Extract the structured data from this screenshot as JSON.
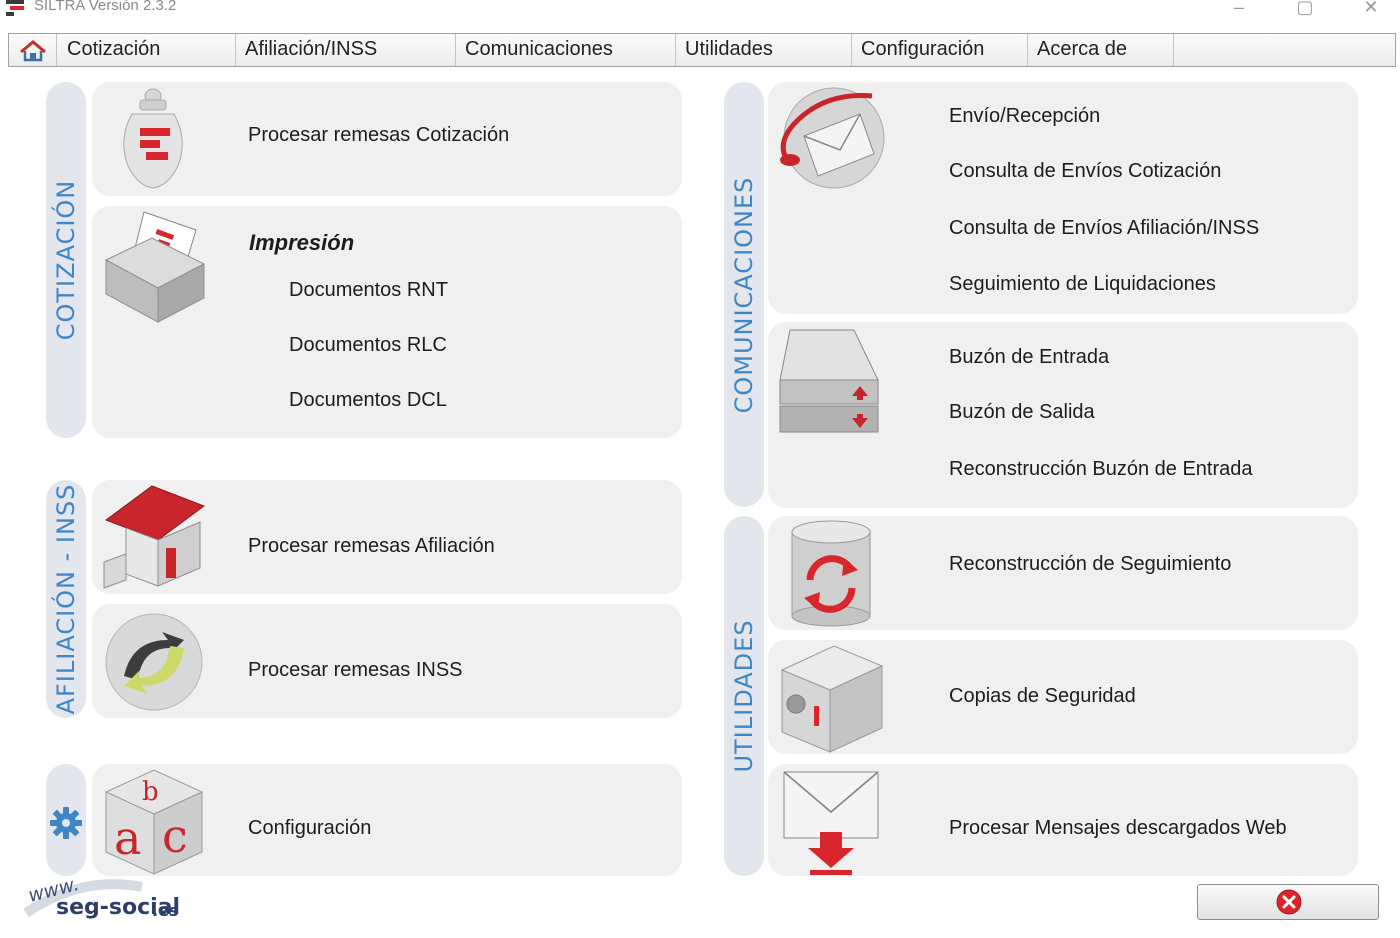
{
  "window": {
    "title": "SILTRA Versión 2.3.2"
  },
  "menu": {
    "items": [
      "Cotización",
      "Afiliación/INSS",
      "Comunicaciones",
      "Utilidades",
      "Configuración",
      "Acerca de"
    ]
  },
  "sections": {
    "cotizacion": "COTIZACIÓN",
    "afiliacion": "AFILIACIÓN - INSS",
    "comunicaciones": "COMUNICACIONES",
    "utilidades": "UTILIDADES"
  },
  "left": {
    "procesar_cotizacion": "Procesar remesas Cotización",
    "impresion": "Impresión",
    "doc_rnt": "Documentos RNT",
    "doc_rlc": "Documentos RLC",
    "doc_dcl": "Documentos DCL",
    "procesar_afiliacion": "Procesar remesas Afiliación",
    "procesar_inss": "Procesar remesas INSS",
    "configuracion": "Configuración"
  },
  "right": {
    "envio_recepcion": "Envío/Recepción",
    "consulta_cotizacion": "Consulta de Envíos Cotización",
    "consulta_afiliacion": "Consulta de Envíos Afiliación/INSS",
    "seguimiento_liquidaciones": "Seguimiento de Liquidaciones",
    "buzon_entrada": "Buzón de Entrada",
    "buzon_salida": "Buzón de Salida",
    "reconstruccion_buzon": "Reconstrucción Buzón de Entrada",
    "reconstruccion_seguimiento": "Reconstrucción de Seguimiento",
    "copias_seguridad": "Copias de Seguridad",
    "procesar_mensajes": "Procesar Mensajes descargados Web"
  },
  "logo": {
    "www": "www.",
    "name": "seg-social",
    "tld": ".es"
  },
  "icons": {
    "home": "home-icon",
    "exit": "close-icon",
    "settings": "gear-icon"
  },
  "colors": {
    "accent": "#3f86c8",
    "danger": "#d8262c",
    "tab": "#e3e6ec",
    "card": "#f0f0f0"
  }
}
